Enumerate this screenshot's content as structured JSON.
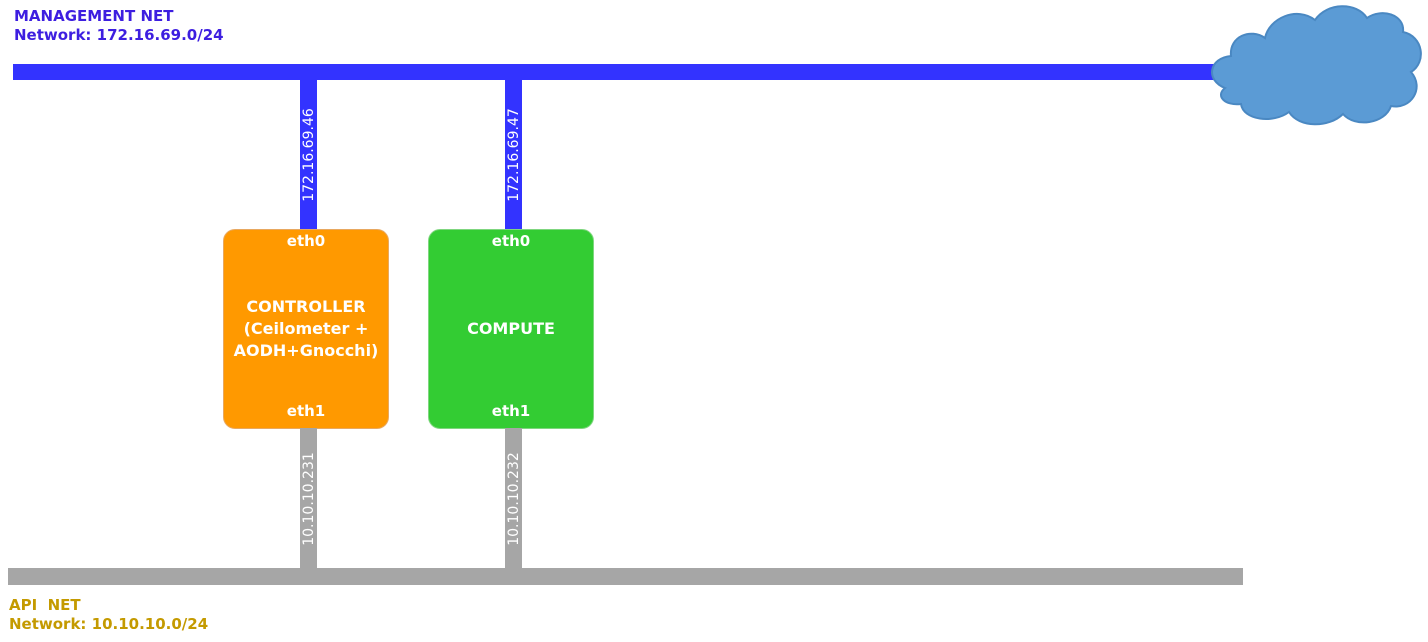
{
  "management_net": {
    "name": "MANAGEMENT NET",
    "network": "Network: 172.16.69.0/24",
    "color": "#3333ff"
  },
  "api_net": {
    "name": "API  NET",
    "network": "Network: 10.10.10.0/24",
    "color": "#a6a6a6"
  },
  "controller": {
    "title": "CONTROLLER\n(Ceilometer +\nAODH+Gnocchi)",
    "eth0": "eth0",
    "eth1": "eth1",
    "mgmt_ip": "172.16.69.46",
    "api_ip": "10.10.10.231",
    "color": "#ff9900"
  },
  "compute": {
    "title": "COMPUTE",
    "eth0": "eth0",
    "eth1": "eth1",
    "mgmt_ip": "172.16.69.47",
    "api_ip": "10.10.10.232",
    "color": "#33cc33"
  },
  "cloud": {
    "icon": "cloud-icon",
    "color": "#5b9bd5"
  }
}
